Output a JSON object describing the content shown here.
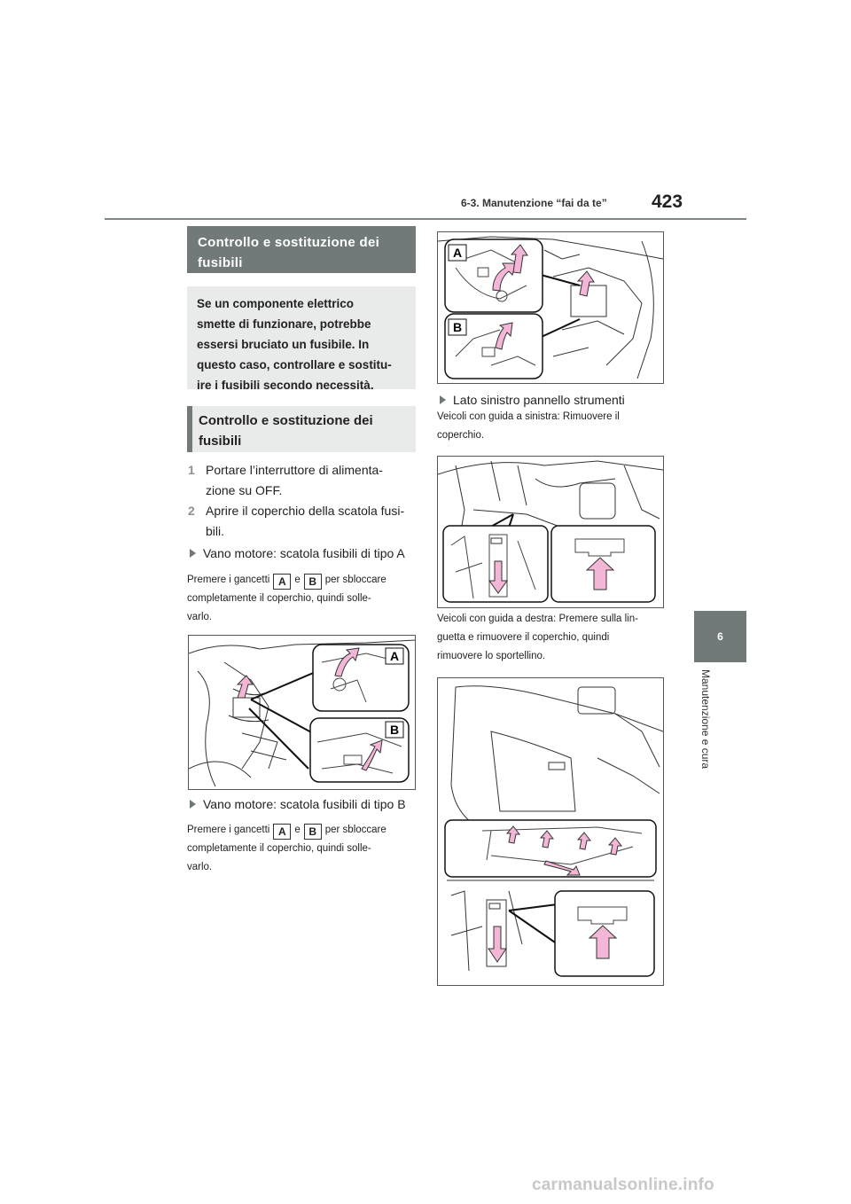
{
  "header": {
    "section": "6-3. Manutenzione “fai da te”",
    "page_number": "423"
  },
  "side_tab": {
    "number": "6",
    "label": "Manutenzione e cura"
  },
  "section_title": "Controllo e sostituzione dei fusibili",
  "intro": "Se un componente elettrico smette di funzionare, potrebbe essersi bruciato un fusibile. In questo caso, controllare e sostitu-ire i fusibili secondo necessità.",
  "intro_lines": [
    "Se un componente elettrico",
    "smette di funzionare, potrebbe",
    "essersi bruciato un fusibile. In",
    "questo caso, controllare e sostitu-",
    "ire i fusibili secondo necessità."
  ],
  "subsection_title_lines": [
    "Controllo e sostituzione dei",
    "fusibili"
  ],
  "title_lines": [
    "Controllo e sostituzione dei",
    "fusibili"
  ],
  "steps": [
    {
      "num": "1",
      "lines": [
        "Portare l’interruttore di alimenta-",
        "zione su OFF."
      ]
    },
    {
      "num": "2",
      "lines": [
        "Aprire il coperchio della scatola fusi-",
        "bili."
      ]
    }
  ],
  "bullets": {
    "type_a": "Vano motore: scatola fusibili di tipo A",
    "type_b": "Vano motore: scatola fusibili di tipo B",
    "dash_left": "Lato sinistro pannello strumenti"
  },
  "press_text": {
    "pre": "Premere i gancetti",
    "mid": "e",
    "post": "per sbloccare",
    "line2": "completamente il coperchio, quindi solle-",
    "line3": "varlo."
  },
  "labels": {
    "a": "A",
    "b": "B"
  },
  "lhd_lines": [
    "Veicoli con guida a sinistra: Rimuovere il",
    "coperchio."
  ],
  "rhd_lines": [
    "Veicoli con guida a destra: Premere sulla lin-",
    "guetta e rimuovere il coperchio, quindi",
    "rimuovere lo sportellino."
  ],
  "footer": "carmanualsonline.info",
  "colors": {
    "gray_dark": "#717a79",
    "gray_light": "#e9ebea",
    "arrow_pink": "#f3b6d6"
  }
}
